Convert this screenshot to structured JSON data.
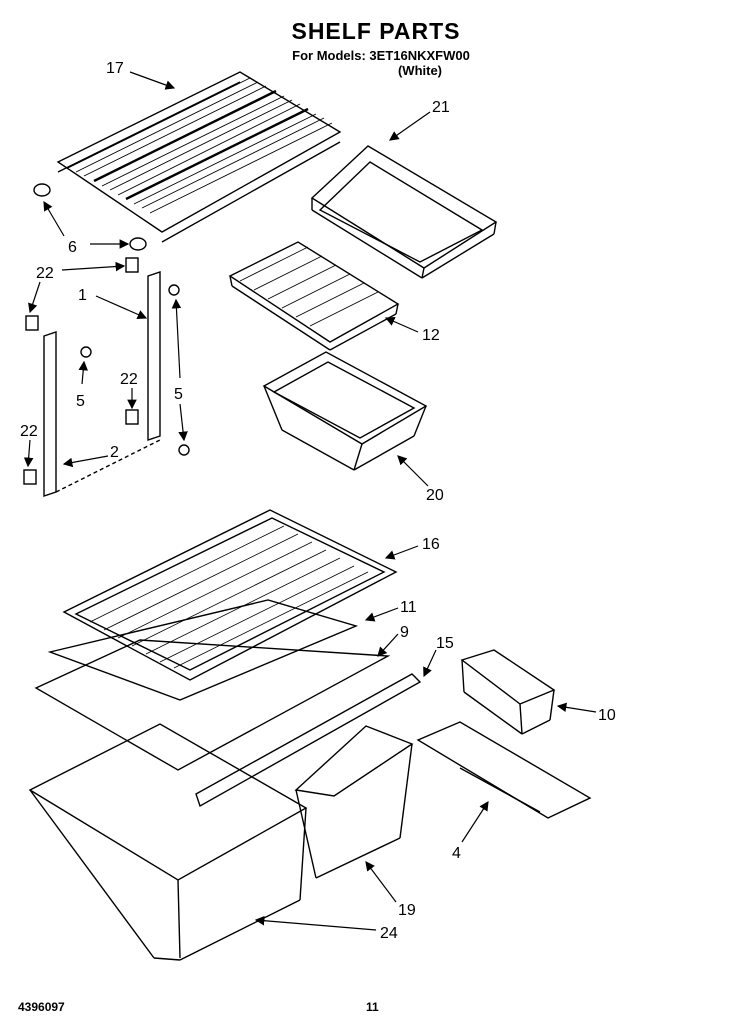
{
  "header": {
    "title": "SHELF PARTS",
    "models": "For Models: 3ET16NKXFW00",
    "color": "(White)"
  },
  "footer": {
    "part_number": "4396097",
    "page_number": "11"
  },
  "callouts": [
    {
      "id": "17",
      "text": "17"
    },
    {
      "id": "21",
      "text": "21"
    },
    {
      "id": "6",
      "text": "6"
    },
    {
      "id": "22a",
      "text": "22"
    },
    {
      "id": "1",
      "text": "1"
    },
    {
      "id": "12",
      "text": "12"
    },
    {
      "id": "5a",
      "text": "5"
    },
    {
      "id": "22b",
      "text": "22"
    },
    {
      "id": "5b",
      "text": "5"
    },
    {
      "id": "22c",
      "text": "22"
    },
    {
      "id": "2",
      "text": "2"
    },
    {
      "id": "20",
      "text": "20"
    },
    {
      "id": "16",
      "text": "16"
    },
    {
      "id": "11",
      "text": "11"
    },
    {
      "id": "9",
      "text": "9"
    },
    {
      "id": "15",
      "text": "15"
    },
    {
      "id": "10",
      "text": "10"
    },
    {
      "id": "4",
      "text": "4"
    },
    {
      "id": "19",
      "text": "19"
    },
    {
      "id": "24",
      "text": "24"
    }
  ]
}
